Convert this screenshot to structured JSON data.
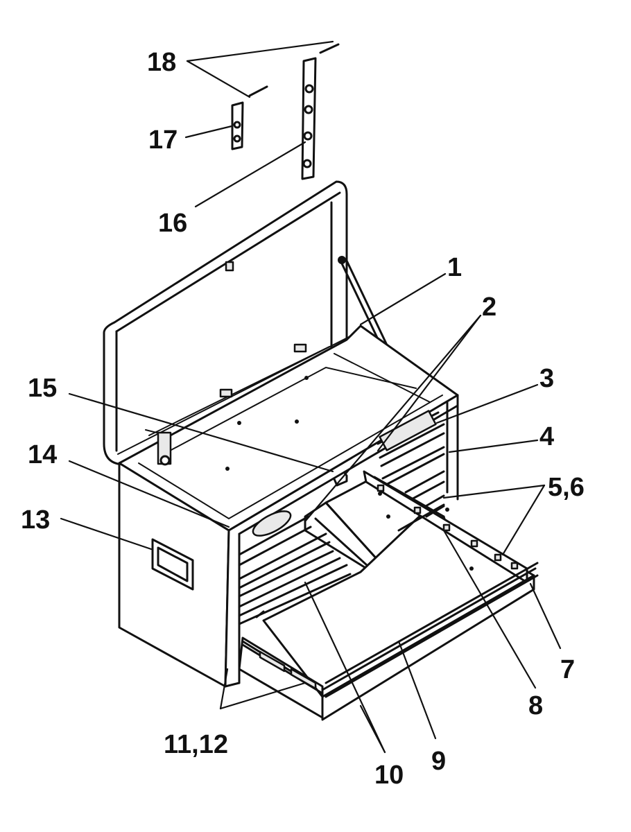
{
  "callouts": [
    {
      "id": "1",
      "text": "1"
    },
    {
      "id": "2",
      "text": "2"
    },
    {
      "id": "3",
      "text": "3"
    },
    {
      "id": "4",
      "text": "4"
    },
    {
      "id": "5-6",
      "text": "5,6"
    },
    {
      "id": "7",
      "text": "7"
    },
    {
      "id": "8",
      "text": "8"
    },
    {
      "id": "9",
      "text": "9"
    },
    {
      "id": "10",
      "text": "10"
    },
    {
      "id": "11-12",
      "text": "11,12"
    },
    {
      "id": "13",
      "text": "13"
    },
    {
      "id": "14",
      "text": "14"
    },
    {
      "id": "15",
      "text": "15"
    },
    {
      "id": "16",
      "text": "16"
    },
    {
      "id": "17",
      "text": "17"
    },
    {
      "id": "18",
      "text": "18"
    }
  ]
}
